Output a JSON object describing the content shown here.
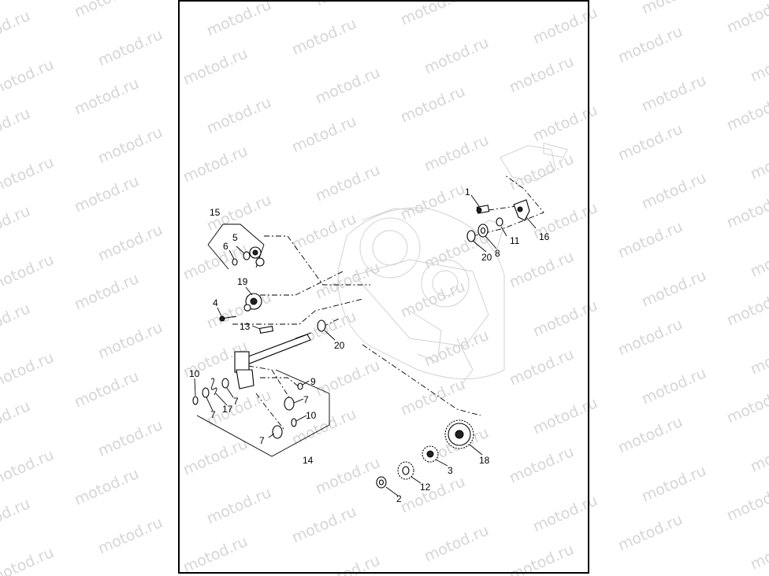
{
  "watermark": {
    "text": "motod.ru",
    "color": "#d6d6d6"
  },
  "callouts": [
    {
      "id": "c1",
      "text": "1"
    },
    {
      "id": "c2",
      "text": "2"
    },
    {
      "id": "c3",
      "text": "3"
    },
    {
      "id": "c4",
      "text": "4"
    },
    {
      "id": "c5",
      "text": "5"
    },
    {
      "id": "c6",
      "text": "6"
    },
    {
      "id": "c7a",
      "text": "7"
    },
    {
      "id": "c7b",
      "text": "7"
    },
    {
      "id": "c7c",
      "text": "7"
    },
    {
      "id": "c7d",
      "text": "7"
    },
    {
      "id": "c8",
      "text": "8"
    },
    {
      "id": "c9",
      "text": "9"
    },
    {
      "id": "c10a",
      "text": "10"
    },
    {
      "id": "c10b",
      "text": "10"
    },
    {
      "id": "c11",
      "text": "11"
    },
    {
      "id": "c12",
      "text": "12"
    },
    {
      "id": "c13",
      "text": "13"
    },
    {
      "id": "c14",
      "text": "14"
    },
    {
      "id": "c15",
      "text": "15"
    },
    {
      "id": "c16",
      "text": "16"
    },
    {
      "id": "c17",
      "text": "17"
    },
    {
      "id": "c18",
      "text": "18"
    },
    {
      "id": "c19",
      "text": "19"
    },
    {
      "id": "c20a",
      "text": "20"
    },
    {
      "id": "c20b",
      "text": "20"
    }
  ]
}
